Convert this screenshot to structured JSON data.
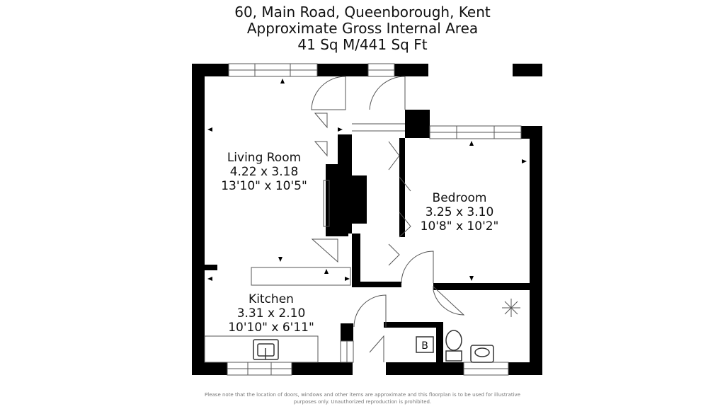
{
  "header": {
    "address": "60, Main Road, Queenborough, Kent",
    "area_title": "Approximate Gross Internal Area",
    "area_value": "41 Sq M/441 Sq Ft"
  },
  "rooms": {
    "living": {
      "name": "Living Room",
      "metric": "4.22 x 3.18",
      "imperial": "13'10\" x 10'5\""
    },
    "bedroom": {
      "name": "Bedroom",
      "metric": "3.25 x 3.10",
      "imperial": "10'8\" x 10'2\""
    },
    "kitchen": {
      "name": "Kitchen",
      "metric": "3.31 x 2.10",
      "imperial": "10'10\" x 6'11\""
    }
  },
  "boiler_label": "B",
  "disclaimer": {
    "line1": "Please note that the location of doors, windows and other items are approximate and this floorplan is to be used for illustrative",
    "line2": "purposes only. Unauthorized reproduction is prohibited."
  },
  "colors": {
    "wall": "#000000",
    "window": "#ffffff",
    "outline": "#555555"
  }
}
